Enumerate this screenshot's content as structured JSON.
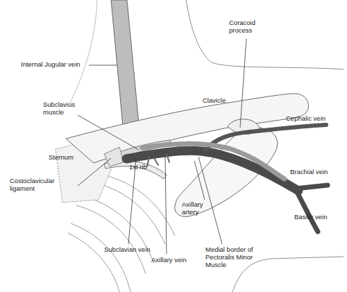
{
  "diagram": {
    "labels": [
      "Internal Jugular vein",
      "Coracoid process",
      "Subclavius muscle",
      "Clavicle",
      "Cephalic vein",
      "Sternum",
      "1st rib",
      "Costoclavicular ligament",
      "Brachial vein",
      "Axillary artery",
      "Basilic vein",
      "Subclavian vein",
      "Axillary vein",
      "Medial border of Pectoralis Minor Muscle"
    ]
  }
}
